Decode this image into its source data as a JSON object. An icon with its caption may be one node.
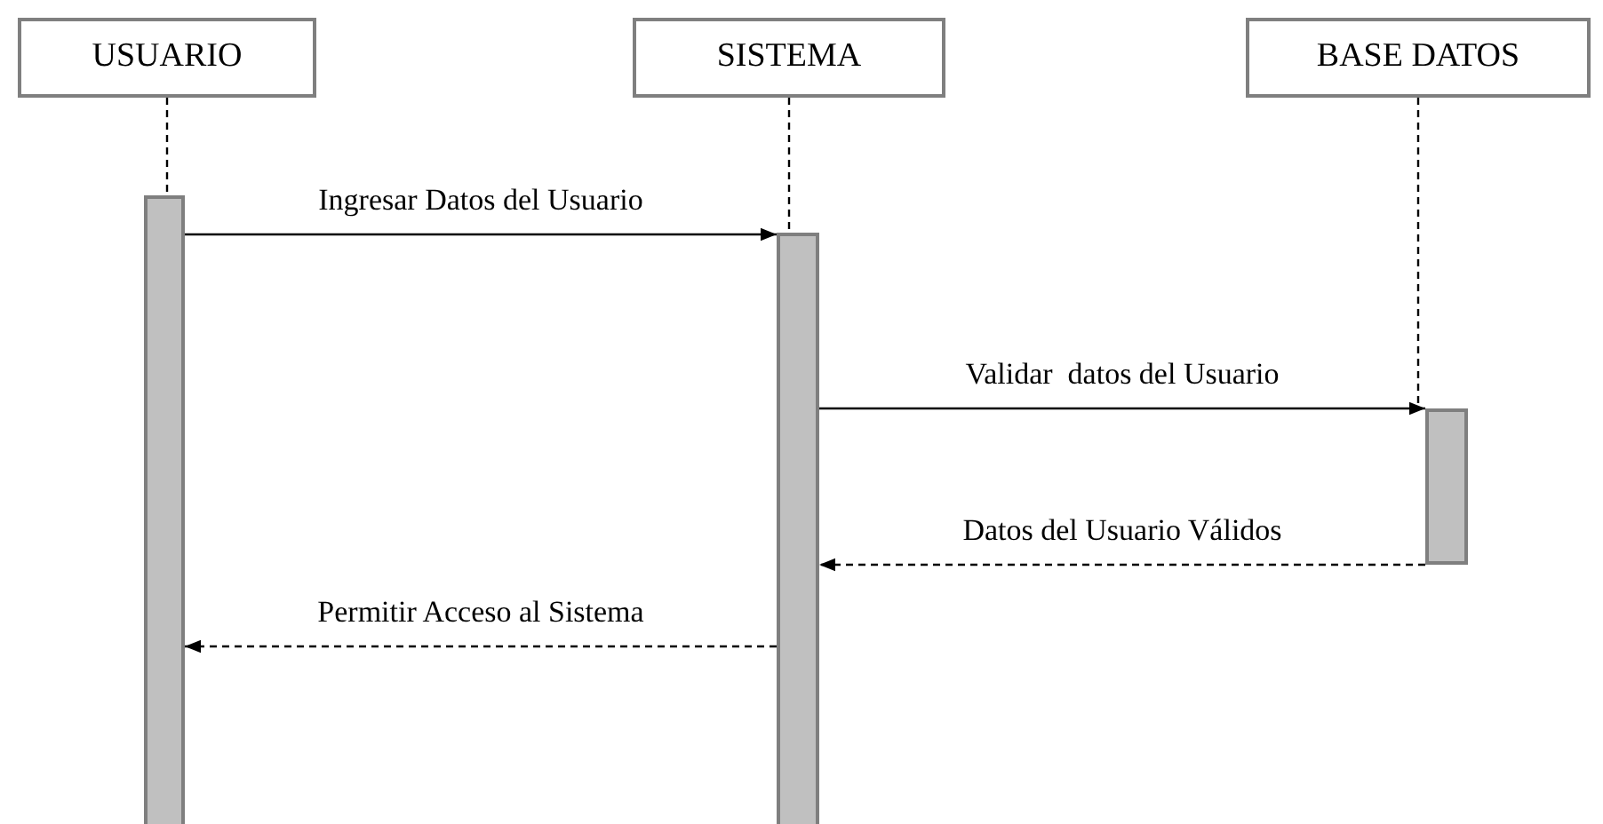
{
  "diagram": {
    "nodes": [
      {
        "text": [
          "USUARIO"
        ]
      },
      {
        "text": [
          "SISTEMA"
        ]
      },
      {
        "text": [
          "BASE DATOS"
        ]
      },
      {
        "text": [],
        "shape": "bar"
      },
      {
        "text": [],
        "shape": "bar"
      },
      {
        "text": [],
        "shape": "bar"
      }
    ],
    "edges": [
      {
        "from": 0,
        "to": 3,
        "arrow": "none",
        "style": "dashed"
      },
      {
        "from": 1,
        "to": 4,
        "arrow": "none",
        "style": "dashed"
      },
      {
        "from": 2,
        "to": 5,
        "arrow": "none",
        "style": "dashed"
      },
      {
        "from": 3,
        "to": 4,
        "arrow": "to",
        "label": "Ingresar Datos del Usuario"
      },
      {
        "from": 4,
        "to": 5,
        "arrow": "to",
        "label": "Validar  datos del Usuario"
      },
      {
        "from": 5,
        "to": 4,
        "arrow": "to",
        "label": "Datos del Usuario Válidos",
        "style": "dashed"
      },
      {
        "from": 4,
        "to": 3,
        "arrow": "to",
        "label": "Permitir Acceso al Sistema",
        "style": "dashed"
      }
    ]
  }
}
